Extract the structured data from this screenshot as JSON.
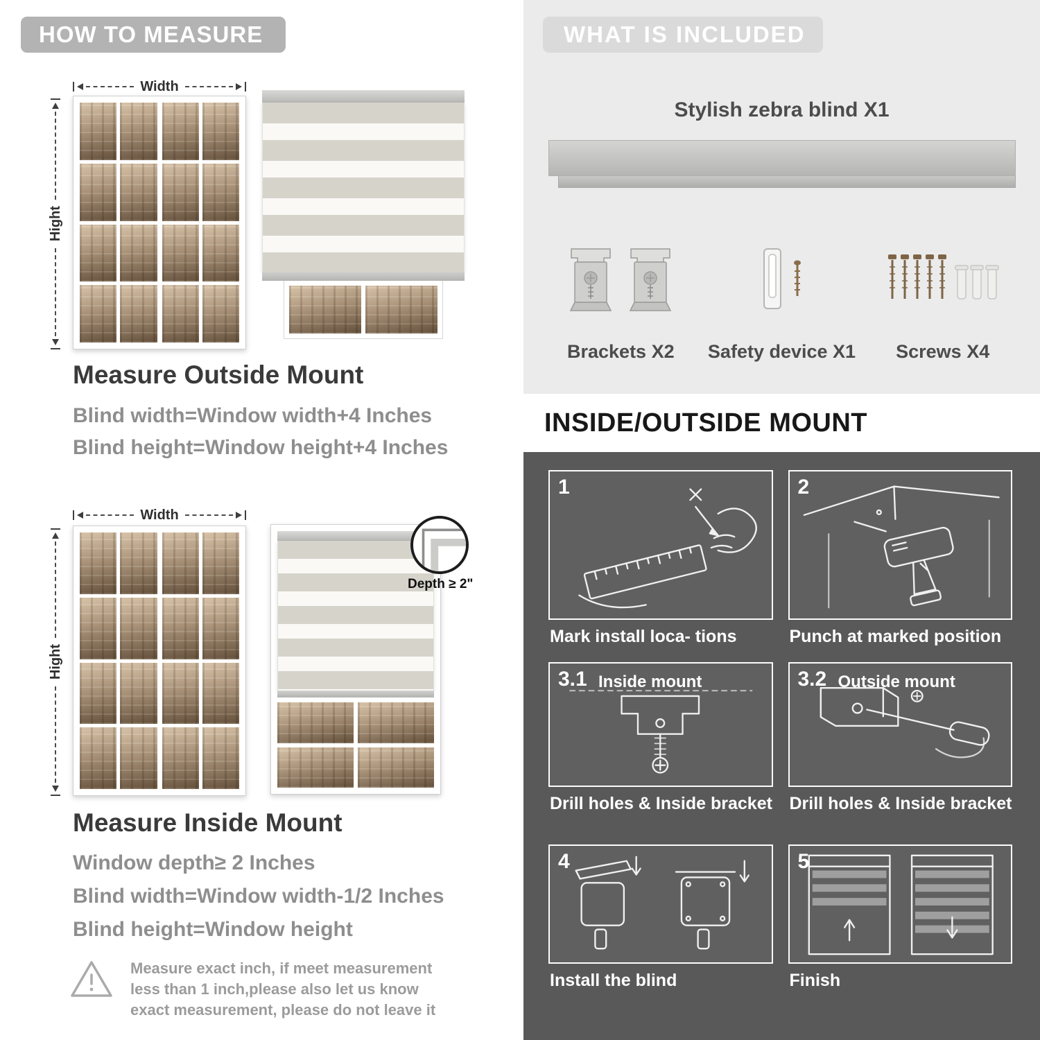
{
  "colors": {
    "banner_gray": "#b3b3b3",
    "included_panel": "#ebebeb",
    "included_banner": "#dadada",
    "dark_panel": "#595959",
    "heading_text": "#3a3a3a",
    "body_text_gray": "#8e8e8e"
  },
  "how_to_measure": {
    "banner": "HOW TO MEASURE",
    "outside": {
      "width_label": "Width",
      "height_label": "Hight",
      "heading": "Measure Outside Mount",
      "lines": [
        "Blind width=Window width+4 Inches",
        "Blind height=Window height+4 Inches"
      ]
    },
    "inside": {
      "width_label": "Width",
      "height_label": "Hight",
      "depth_label": "Depth ≥ 2\"",
      "heading": "Measure Inside Mount",
      "lines": [
        "Window depth≥ 2 Inches",
        "Blind width=Window width-1/2 Inches",
        "Blind height=Window height"
      ]
    },
    "warning": "Measure exact inch, if meet measurement less than 1 inch,please also let us know exact measurement, please do not leave it"
  },
  "included": {
    "banner": "WHAT IS INCLUDED",
    "blind_label": "Stylish zebra blind X1",
    "items": [
      {
        "label": "Brackets X2"
      },
      {
        "label": "Safety device X1"
      },
      {
        "label": "Screws X4"
      }
    ]
  },
  "mount": {
    "title": "INSIDE/OUTSIDE MOUNT",
    "steps": [
      {
        "num": "1",
        "label": "",
        "caption": "Mark install loca- tions"
      },
      {
        "num": "2",
        "label": "",
        "caption": "Punch at marked position"
      },
      {
        "num": "3.1",
        "label": "Inside mount",
        "caption": "Drill holes & Inside bracket"
      },
      {
        "num": "3.2",
        "label": "Outside mount",
        "caption": "Drill holes & Inside bracket"
      },
      {
        "num": "4",
        "label": "",
        "caption": "Install the blind"
      },
      {
        "num": "5",
        "label": "",
        "caption": "Finish"
      }
    ]
  }
}
